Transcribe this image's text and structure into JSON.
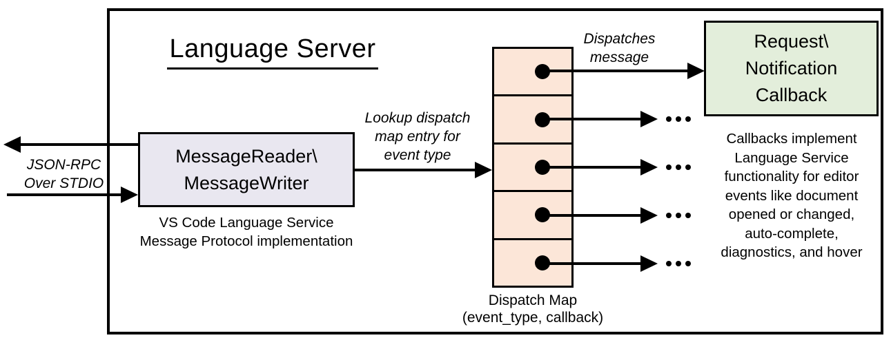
{
  "title": "Language Server",
  "io_label": {
    "lines": [
      "JSON-RPC",
      "Over STDIO"
    ]
  },
  "reader_box": {
    "lines": [
      "MessageReader\\",
      "MessageWriter"
    ]
  },
  "reader_caption": {
    "lines": [
      "VS Code Language Service",
      "Message Protocol implementation"
    ]
  },
  "lookup_label": {
    "lines": [
      "Lookup dispatch",
      "map entry for",
      "event type"
    ]
  },
  "dispatches_label": {
    "lines": [
      "Dispatches",
      "message"
    ]
  },
  "callback_box": {
    "lines": [
      "Request\\",
      "Notification",
      "Callback"
    ]
  },
  "callbacks_note": {
    "lines": [
      "Callbacks implement",
      "Language Service",
      "functionality for editor",
      "events like document",
      "opened or changed,",
      "auto-complete,",
      "diagnostics, and hover"
    ]
  },
  "dispatch_map": {
    "cell_count": 5,
    "caption_lines": [
      "Dispatch Map",
      "(event_type, callback)"
    ]
  },
  "colors": {
    "reader_fill": "#e9e7f0",
    "dispatch_map_fill": "#fce6d8",
    "callback_fill": "#e3eedb",
    "stroke": "#000000",
    "background": "#ffffff"
  }
}
